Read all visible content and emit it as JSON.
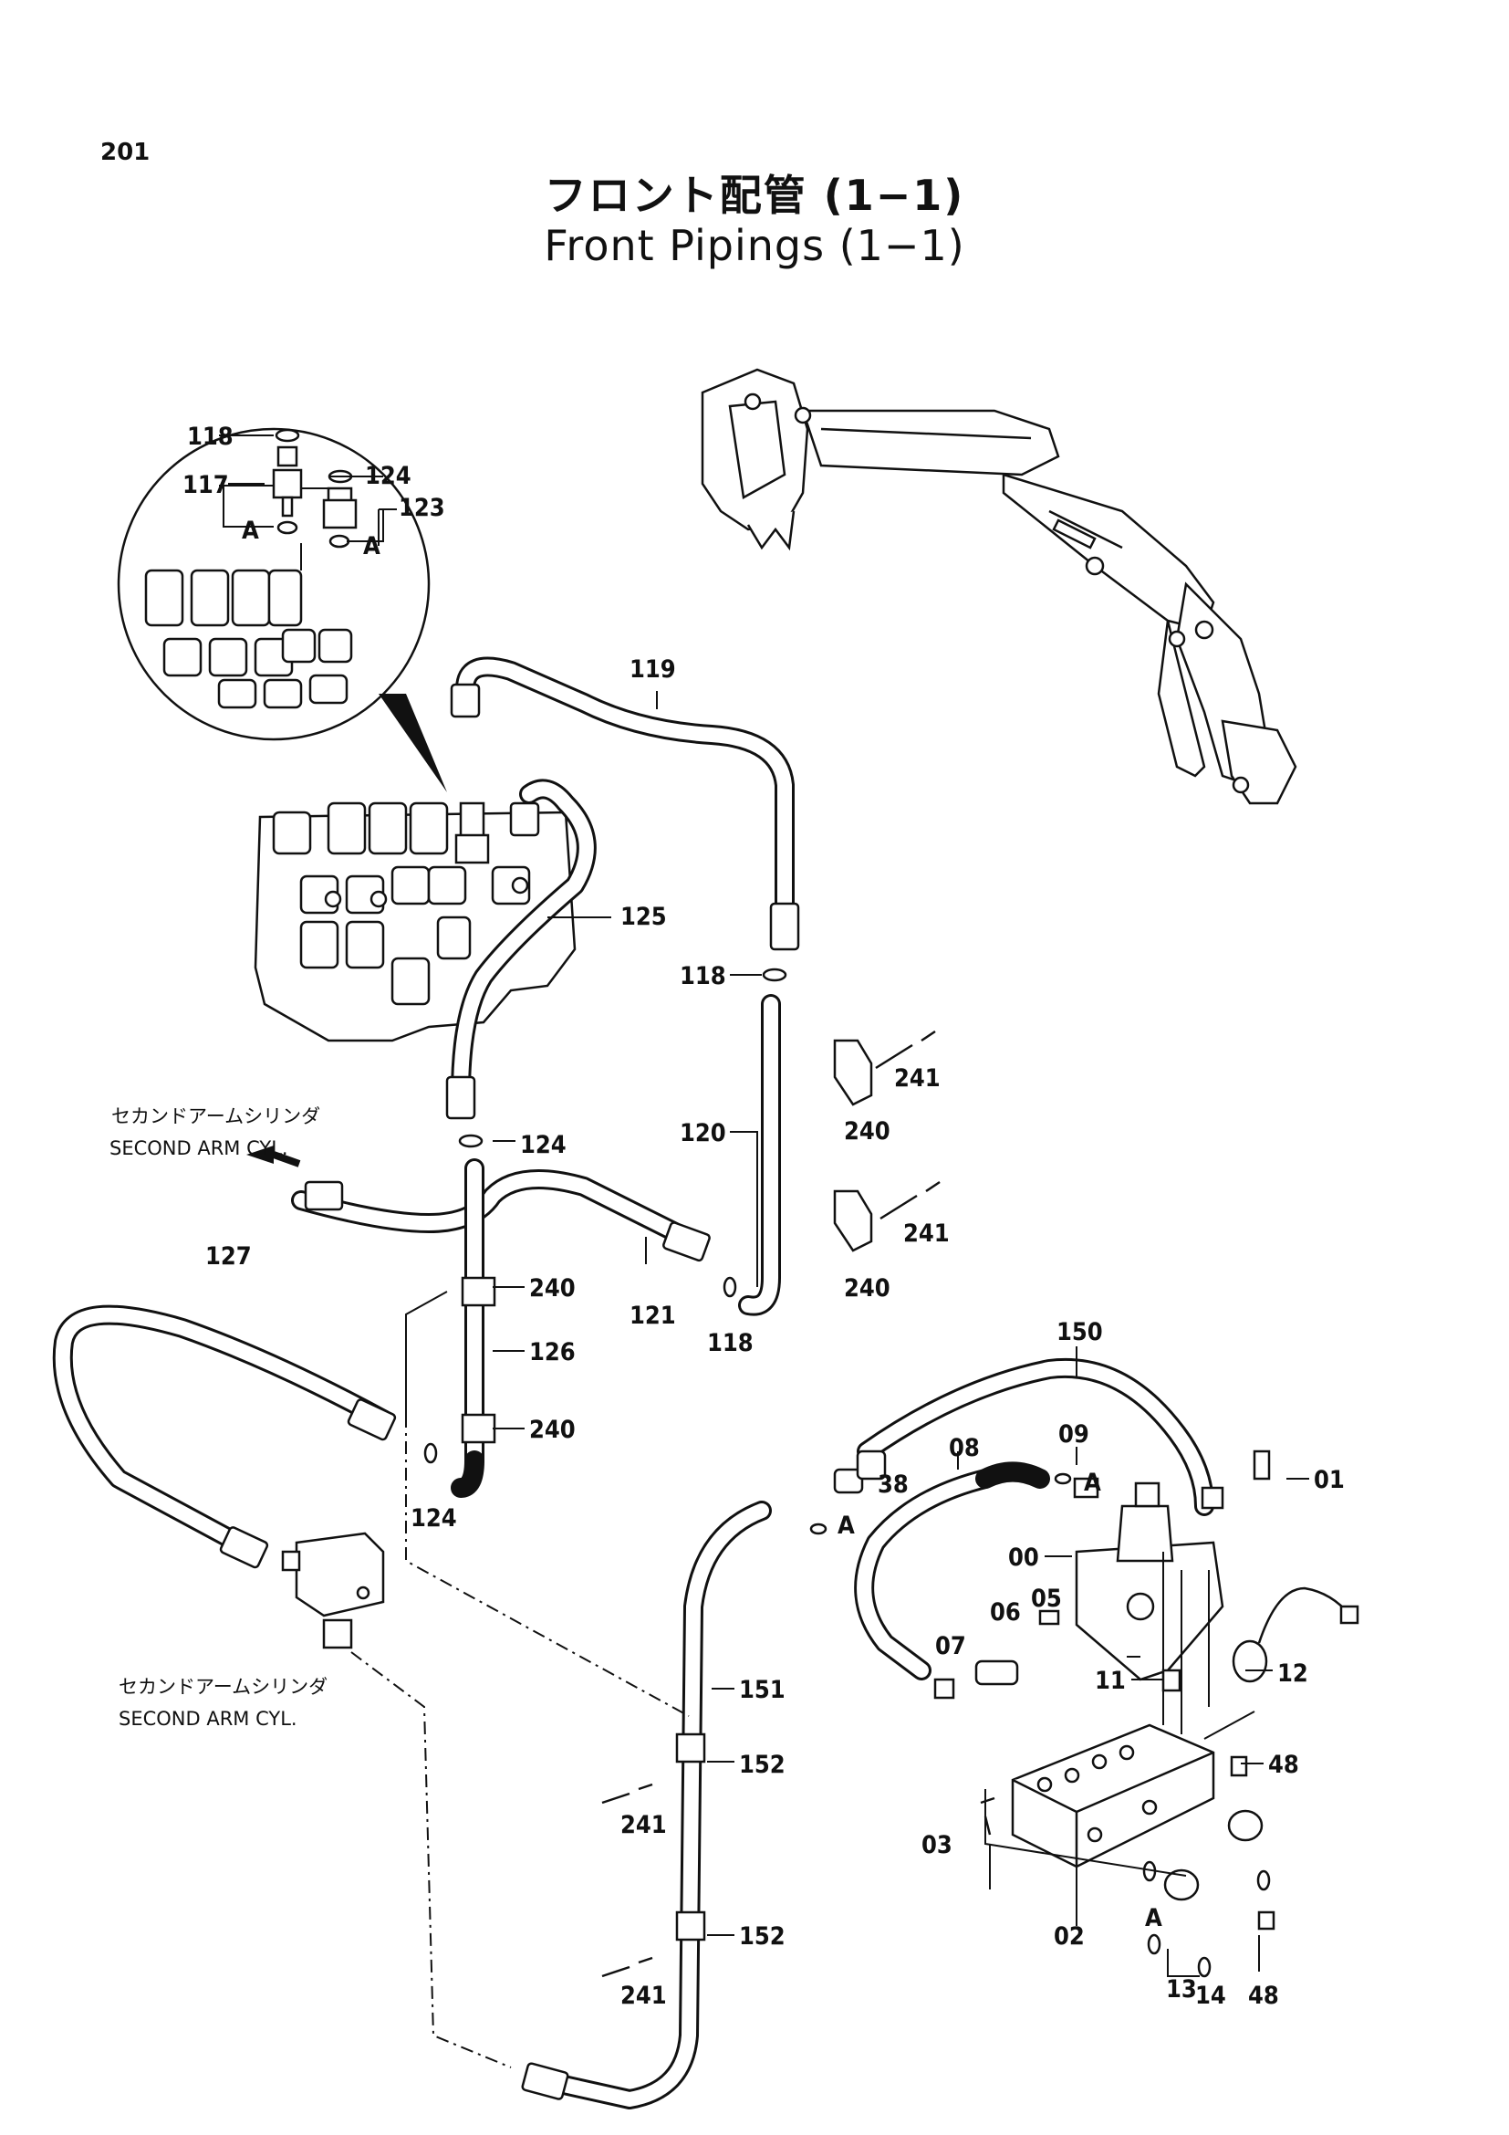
{
  "page": {
    "number": "201"
  },
  "title": {
    "jp": "フロント配管 (1−1)",
    "en": "Front Pipings (1−1)"
  },
  "notes": {
    "second_arm_top_jp": "セカンドアームシリンダ",
    "second_arm_top_en": "SECOND ARM CYL.",
    "second_arm_bottom_jp": "セカンドアームシリンダ",
    "second_arm_bottom_en": "SECOND ARM CYL."
  },
  "labels": {
    "p118_a": "118",
    "p117": "117",
    "p124_a": "124",
    "p123": "123",
    "a_1": "A",
    "a_2": "A",
    "p119": "119",
    "p125": "125",
    "p118_b": "118",
    "p241_a": "241",
    "p120": "120",
    "p240_a": "240",
    "p124_b": "124",
    "p241_b": "241",
    "p240_b": "240",
    "p127": "127",
    "p240_c": "240",
    "p121": "121",
    "p118_c": "118",
    "p126": "126",
    "p240_d": "240",
    "p124_c": "124",
    "p150": "150",
    "p08": "08",
    "p09": "09",
    "a_3": "A",
    "p38": "38",
    "a_4": "A",
    "p01": "01",
    "p00": "00",
    "p06": "06",
    "p05": "05",
    "p07": "07",
    "p11": "11",
    "p12": "12",
    "p151": "151",
    "p152_a": "152",
    "p48_a": "48",
    "p241_c": "241",
    "p03": "03",
    "p02": "02",
    "p152_b": "152",
    "a_5": "A",
    "p13": "13",
    "p14": "14",
    "p48_b": "48",
    "p241_d": "241"
  }
}
